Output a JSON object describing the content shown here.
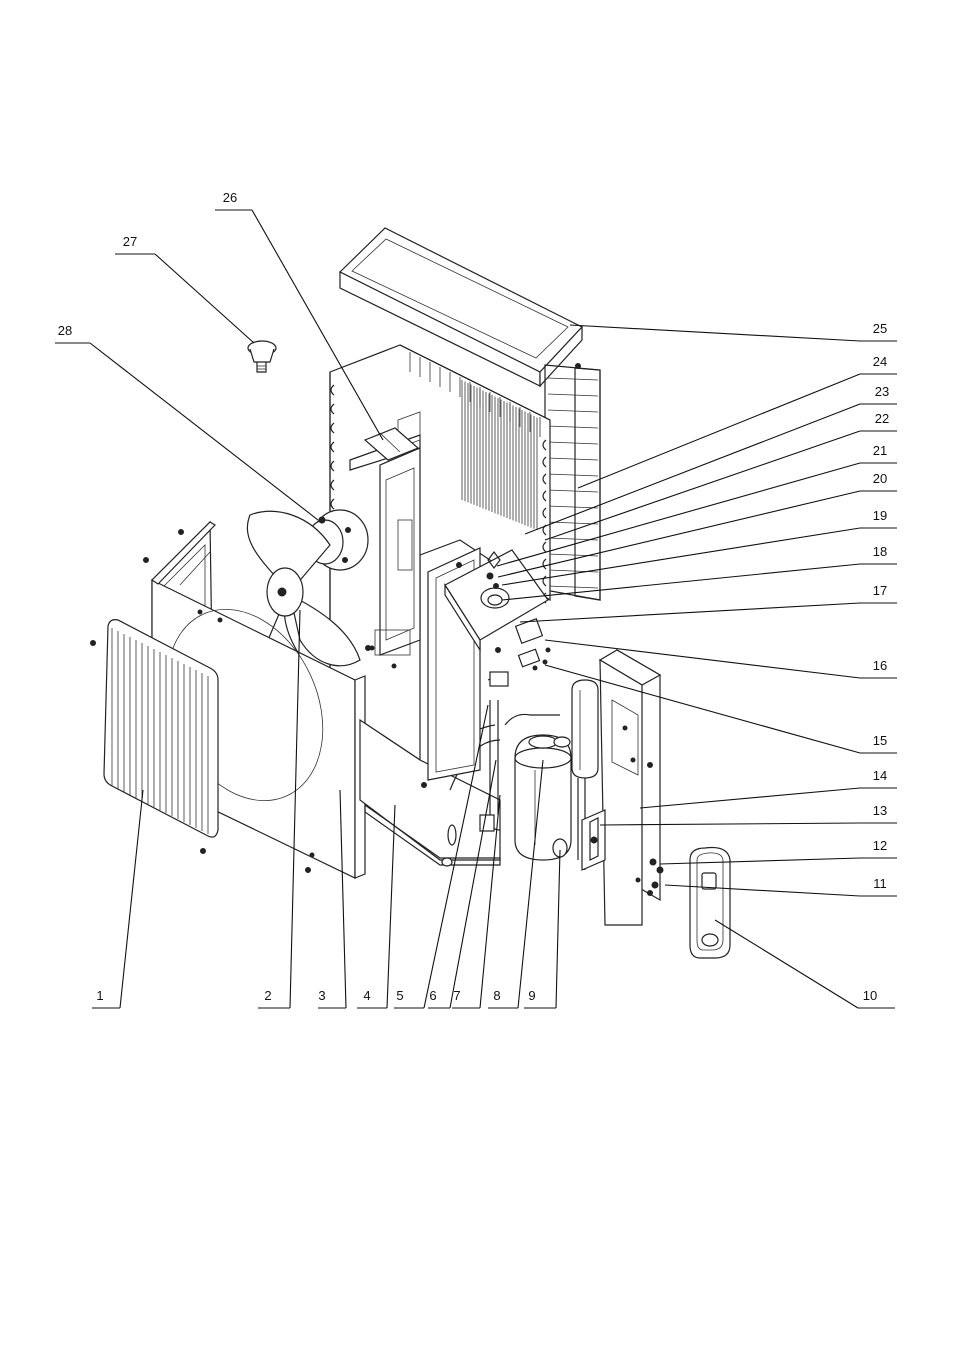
{
  "callouts": [
    {
      "num": "1"
    },
    {
      "num": "2"
    },
    {
      "num": "3"
    },
    {
      "num": "4"
    },
    {
      "num": "5"
    },
    {
      "num": "6"
    },
    {
      "num": "7"
    },
    {
      "num": "8"
    },
    {
      "num": "9"
    },
    {
      "num": "10"
    },
    {
      "num": "11"
    },
    {
      "num": "12"
    },
    {
      "num": "13"
    },
    {
      "num": "14"
    },
    {
      "num": "15"
    },
    {
      "num": "16"
    },
    {
      "num": "17"
    },
    {
      "num": "18"
    },
    {
      "num": "19"
    },
    {
      "num": "20"
    },
    {
      "num": "21"
    },
    {
      "num": "22"
    },
    {
      "num": "23"
    },
    {
      "num": "24"
    },
    {
      "num": "25"
    },
    {
      "num": "26"
    },
    {
      "num": "27"
    },
    {
      "num": "28"
    }
  ]
}
